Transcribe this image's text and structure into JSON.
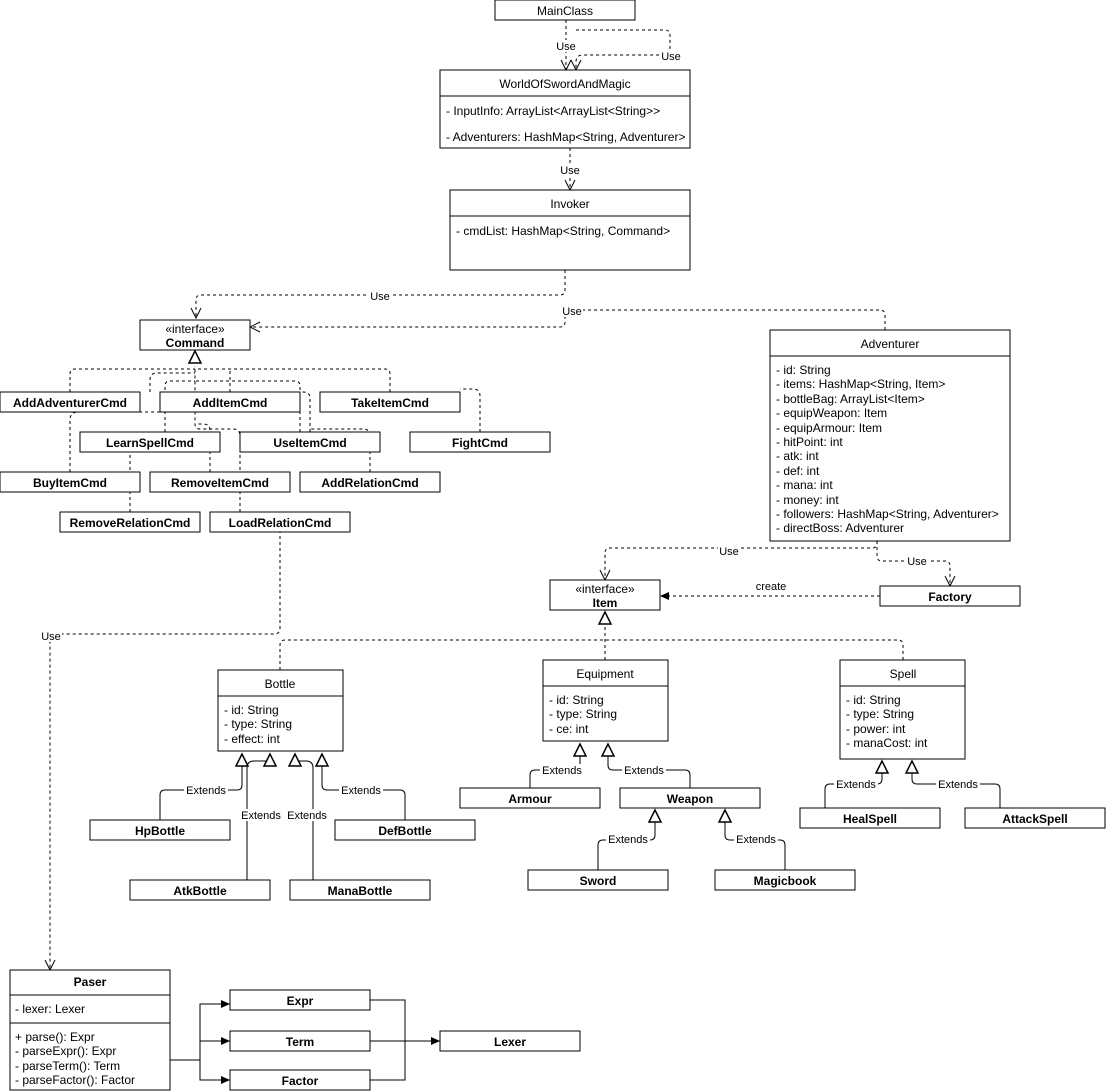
{
  "classes": {
    "mainclass": {
      "name": "MainClass"
    },
    "world": {
      "name": "WorldOfSwordAndMagic",
      "fields": [
        "- InputInfo: ArrayList<ArrayList<String>>",
        "- Adventurers: HashMap<String, Adventurer>"
      ]
    },
    "invoker": {
      "name": "Invoker",
      "fields": [
        "- cmdList: HashMap<String, Command>"
      ]
    },
    "command": {
      "stereotype": "«interface»",
      "name": "Command"
    },
    "adventurer": {
      "name": "Adventurer",
      "fields": [
        "- id: String",
        "- items: HashMap<String, Item>",
        "- bottleBag: ArrayList<Item>",
        "- equipWeapon: Item",
        "- equipArmour: Item",
        "- hitPoint: int",
        "- atk: int",
        "- def: int",
        "- mana: int",
        "- money: int",
        "- followers: HashMap<String, Adventurer>",
        "- directBoss: Adventurer"
      ]
    },
    "item": {
      "stereotype": "«interface»",
      "name": "Item"
    },
    "factory": {
      "name": "Factory"
    },
    "bottle": {
      "name": "Bottle",
      "fields": [
        "- id: String",
        "- type: String",
        "- effect: int"
      ]
    },
    "equipment": {
      "name": "Equipment",
      "fields": [
        "- id: String",
        "- type: String",
        "- ce: int"
      ]
    },
    "spell": {
      "name": "Spell",
      "fields": [
        "- id: String",
        "- type: String",
        "- power: int",
        "- manaCost: int"
      ]
    },
    "paser": {
      "name": "Paser",
      "fields": [
        "- lexer: Lexer"
      ],
      "methods": [
        "+ parse(): Expr",
        "- parseExpr():  Expr",
        "- parseTerm(): Term",
        "- parseFactor(): Factor"
      ]
    }
  },
  "commands": [
    "AddAdventurerCmd",
    "AddItemCmd",
    "TakeItemCmd",
    "LearnSpellCmd",
    "UseItemCmd",
    "FightCmd",
    "BuyItemCmd",
    "RemoveItemCmd",
    "AddRelationCmd",
    "RemoveRelationCmd",
    "LoadRelationCmd"
  ],
  "bottles": [
    "HpBottle",
    "DefBottle",
    "AtkBottle",
    "ManaBottle"
  ],
  "equipments": [
    "Armour",
    "Weapon"
  ],
  "weapons": [
    "Sword",
    "Magicbook"
  ],
  "spells": [
    "HealSpell",
    "AttackSpell"
  ],
  "parse_nodes": [
    "Expr",
    "Term",
    "Factor",
    "Lexer"
  ],
  "labels": {
    "use": "Use",
    "extends": "Extends",
    "create": "create"
  }
}
